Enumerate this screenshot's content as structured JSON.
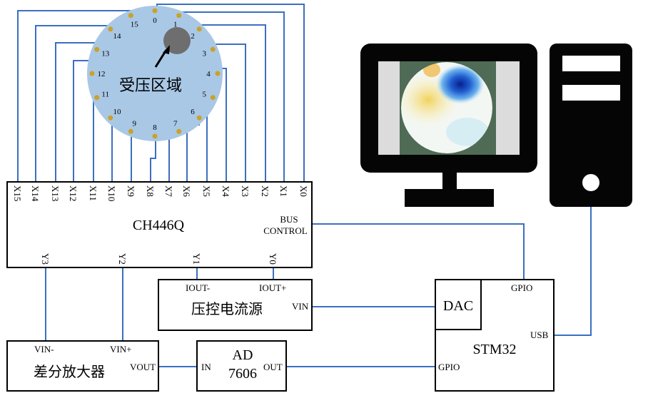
{
  "electrodes": [
    "0",
    "1",
    "2",
    "3",
    "4",
    "5",
    "6",
    "7",
    "8",
    "9",
    "10",
    "11",
    "12",
    "13",
    "14",
    "15"
  ],
  "sensor": {
    "label": "受压区域"
  },
  "mux": {
    "name": "CH446Q",
    "x_pins": [
      "X15",
      "X14",
      "X13",
      "X12",
      "X11",
      "X10",
      "X9",
      "X8",
      "X7",
      "X6",
      "X5",
      "X4",
      "X3",
      "X2",
      "X1",
      "X0"
    ],
    "bus_label_1": "BUS",
    "bus_label_2": "CONTROL",
    "y_pins": [
      "Y3",
      "Y2",
      "Y1",
      "Y0"
    ]
  },
  "current_source": {
    "name": "压控电流源",
    "iout_minus": "IOUT-",
    "iout_plus": "IOUT+",
    "vin": "VIN"
  },
  "diff_amp": {
    "name": "差分放大器",
    "vin_minus": "VIN-",
    "vin_plus": "VIN+",
    "vout": "VOUT"
  },
  "adc": {
    "name_1": "AD",
    "name_2": "7606",
    "in": "IN",
    "out": "OUT"
  },
  "mcu": {
    "name": "STM32",
    "dac": "DAC",
    "gpio_top": "GPIO",
    "gpio_bottom": "GPIO",
    "usb": "USB"
  },
  "colors": {
    "wire": "#3b6fc0",
    "sensor_fill": "#a9c8e6",
    "electrode": "#c9a227",
    "probe": "#6e6e6e",
    "device": "#050505"
  }
}
